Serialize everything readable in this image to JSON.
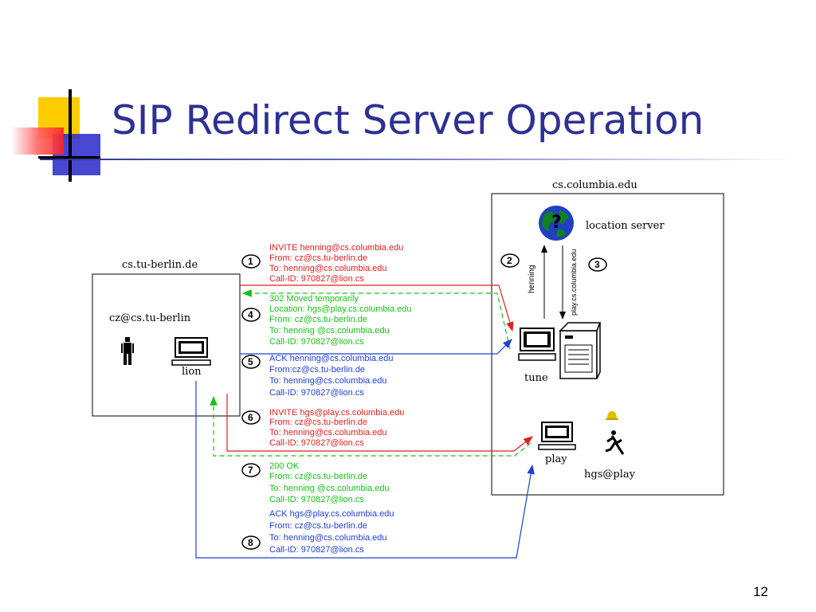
{
  "title": "SIP Redirect Server Operation",
  "slide_number": "12",
  "domains": {
    "berlin": "cs.tu-berlin.de",
    "columbia": "cs.columbia.edu"
  },
  "hosts": {
    "user_berlin": "cz@cs.tu-berlin",
    "lion": "lion",
    "tune": "tune",
    "play": "play",
    "hgs": "hgs@play",
    "location_server": "location server",
    "query_label": "henning",
    "reply_label": "play.cs.columbia.edu"
  },
  "steps": [
    {
      "num": "1",
      "color": "#e02020",
      "lines": [
        "INVITE henning@cs.columbia.edu",
        "From: cz@cs.tu-berlin.de",
        "To: henning@cs.columbia.edu",
        "Call-ID: 970827@lion.cs"
      ]
    },
    {
      "num": "2",
      "color": "#000000",
      "lines": []
    },
    {
      "num": "3",
      "color": "#000000",
      "lines": []
    },
    {
      "num": "4",
      "color": "#18c018",
      "lines": [
        "302 Moved temporarily",
        "Location: hgs@play.cs.columbia.edu",
        "From: cz@cs.tu-berlin.de",
        "To: henning @cs.columbia.edu",
        "Call-ID: 970827@lion.cs"
      ]
    },
    {
      "num": "5",
      "color": "#2040d0",
      "lines": [
        "ACK henning@cs.columbia.edu",
        "From:cz@cs.tu-berlin.de",
        "To: henning@cs.columbia.edu",
        "Call-ID: 970827@lion.cs"
      ]
    },
    {
      "num": "6",
      "color": "#e02020",
      "lines": [
        "INVITE hgs@play.cs.columbia.edu",
        "From: cz@cs.tu-berlin.de",
        "To: henning@cs.columbia.edu",
        "Call-ID: 970827@lion.cs"
      ]
    },
    {
      "num": "7",
      "color": "#18c018",
      "lines": [
        "200 OK",
        "From: cz@cs.tu-berlin.de",
        "To: henning @cs.columbia.edu",
        "Call-ID: 970827@lion.cs"
      ]
    },
    {
      "num": "8",
      "color": "#2040d0",
      "lines": [
        "ACK hgs@play.cs.columbia.edu",
        "From: cz@cs.tu-berlin.de",
        "To: henning@cs.columbia.edu",
        "Call-ID: 970827@lion.cs"
      ]
    }
  ],
  "colors": {
    "title": "#2E3192",
    "invite": "#e02020",
    "response": "#18c018",
    "ack": "#2040d0"
  }
}
